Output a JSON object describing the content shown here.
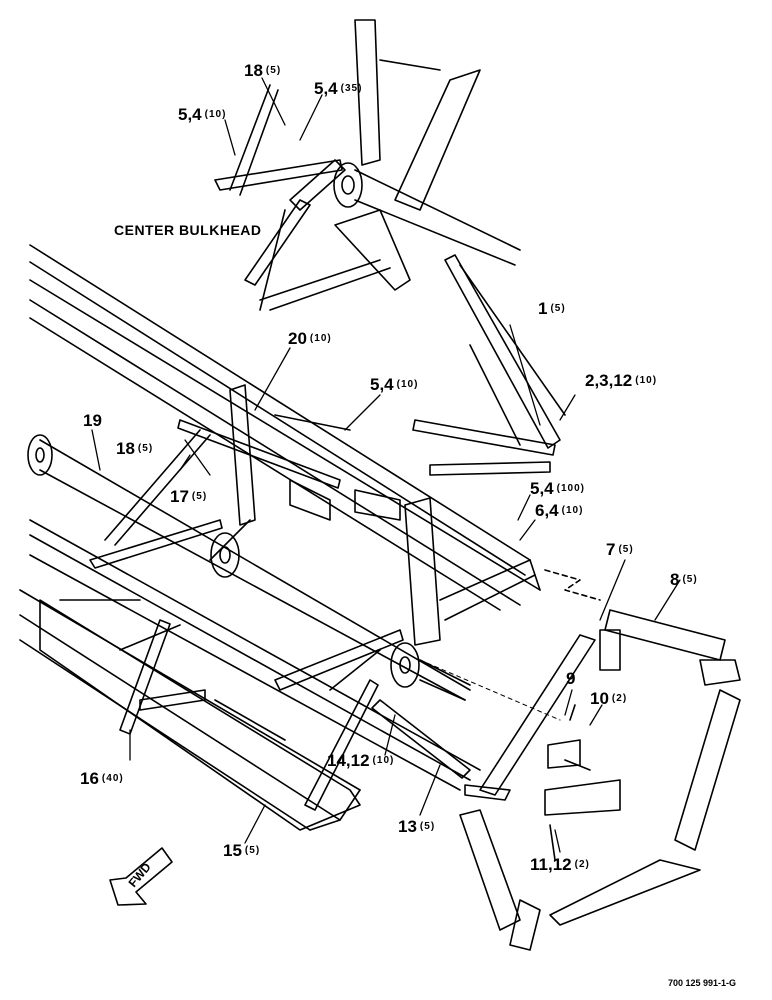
{
  "heading": "CENTER BULKHEAD",
  "direction_label": "FWD",
  "doc_number": "700 125 991-1-G",
  "callouts": [
    {
      "id": "c18top",
      "part": "18",
      "qty": "(5)"
    },
    {
      "id": "c54-35",
      "part": "5,4",
      "qty": "(35)"
    },
    {
      "id": "c54-10a",
      "part": "5,4",
      "qty": "(10)"
    },
    {
      "id": "c1",
      "part": "1",
      "qty": "(5)"
    },
    {
      "id": "c20",
      "part": "20",
      "qty": "(10)"
    },
    {
      "id": "c54-10b",
      "part": "5,4",
      "qty": "(10)"
    },
    {
      "id": "c2312",
      "part": "2,3,12",
      "qty": "(10)"
    },
    {
      "id": "c19",
      "part": "19",
      "qty": ""
    },
    {
      "id": "c18mid",
      "part": "18",
      "qty": "(5)"
    },
    {
      "id": "c17",
      "part": "17",
      "qty": "(5)"
    },
    {
      "id": "c54-100",
      "part": "5,4",
      "qty": "(100)"
    },
    {
      "id": "c64",
      "part": "6,4",
      "qty": "(10)"
    },
    {
      "id": "c7",
      "part": "7",
      "qty": "(5)"
    },
    {
      "id": "c8",
      "part": "8",
      "qty": "(5)"
    },
    {
      "id": "c9",
      "part": "9",
      "qty": ""
    },
    {
      "id": "c10",
      "part": "10",
      "qty": "(2)"
    },
    {
      "id": "c16",
      "part": "16",
      "qty": "(40)"
    },
    {
      "id": "c1412",
      "part": "14,12",
      "qty": "(10)"
    },
    {
      "id": "c13",
      "part": "13",
      "qty": "(5)"
    },
    {
      "id": "c15",
      "part": "15",
      "qty": "(5)"
    },
    {
      "id": "c1112",
      "part": "11,12",
      "qty": "(2)"
    }
  ]
}
